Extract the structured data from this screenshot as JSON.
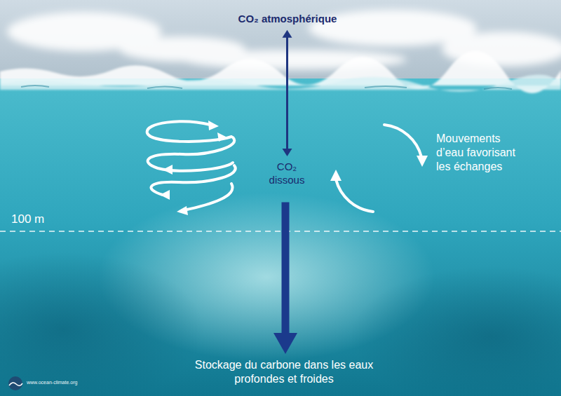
{
  "diagram": {
    "nodes": [
      {
        "text": [
          "CO₂ atmosphérique"
        ]
      },
      {
        "text": [
          "CO₂ dissous"
        ]
      },
      {
        "text": [
          "Stockage du carbone dans les eaux profondes et froides"
        ]
      }
    ],
    "edges": [
      {
        "from": 0,
        "to": 1,
        "arrow": "both"
      },
      {
        "from": 1,
        "to": 2,
        "arrow": "to"
      }
    ],
    "labels": [
      "Mouvements d’eau favorisant les échanges",
      "100 m",
      "www.ocean-climate.org"
    ]
  }
}
